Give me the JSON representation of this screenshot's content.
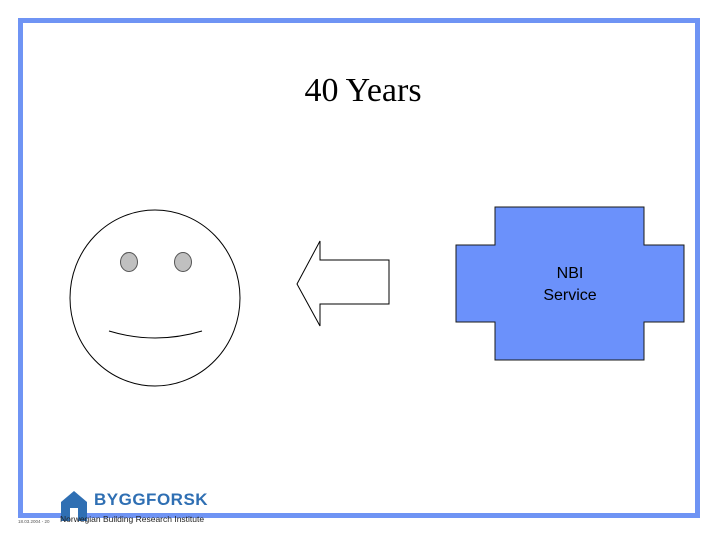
{
  "slide": {
    "title": "40 Years",
    "cross_label_line1": "NBI",
    "cross_label_line2": "Service"
  },
  "footer": {
    "date": "18.03.2004 - 20",
    "logo_name": "BYGGFORSK",
    "logo_subtitle": "Norwegian Building Research Institute"
  },
  "colors": {
    "frame": "#6f94f4",
    "cross_fill": "#6b91fb",
    "eye_fill": "#c0c0c0",
    "logo_blue": "#2f6fb3"
  },
  "icons": {
    "face": "smiley-face-icon",
    "arrow": "left-arrow-icon",
    "house": "house-logo-icon"
  }
}
